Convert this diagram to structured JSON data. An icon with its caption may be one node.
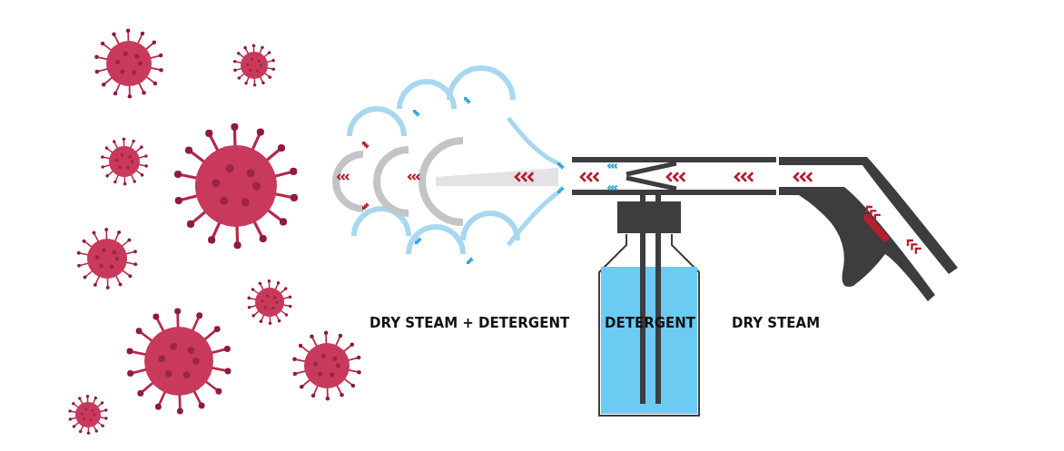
{
  "diagram": {
    "labels": [
      "DRY STEAM + DETERGENT",
      "DETERGENT",
      "DRY STEAM"
    ]
  }
}
